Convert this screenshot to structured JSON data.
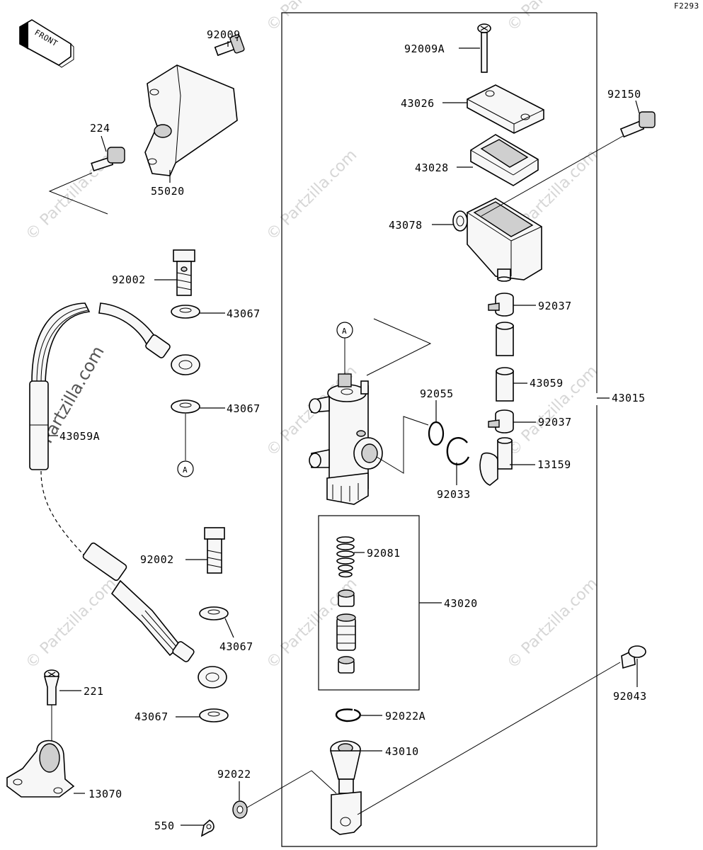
{
  "figure_code": "F2293",
  "front_label": "FRONT",
  "watermark": "© Partzilla.com",
  "ref_marker": "A",
  "labels": {
    "p92009": "92009",
    "p224": "224",
    "p55020": "55020",
    "p92002a": "92002",
    "p43067a": "43067",
    "p43067b": "43067",
    "p43059a": "43059A",
    "p92002b": "92002",
    "p43067c": "43067",
    "p43067d": "43067",
    "p221": "221",
    "p13070": "13070",
    "p550": "550",
    "p92022": "92022",
    "p92009a": "92009A",
    "p43026": "43026",
    "p43028": "43028",
    "p43078": "43078",
    "p92150": "92150",
    "p92037a": "92037",
    "p43059": "43059",
    "p92055": "92055",
    "p92037b": "92037",
    "p13159": "13159",
    "p92033": "92033",
    "p43015": "43015",
    "p92081": "92081",
    "p43020": "43020",
    "p92043": "92043",
    "p92022a": "92022A",
    "p43010": "43010"
  }
}
